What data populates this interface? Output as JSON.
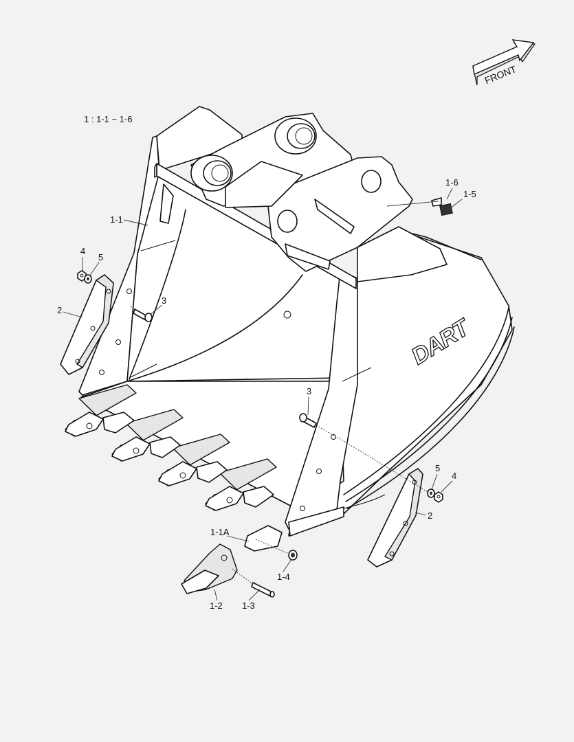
{
  "header": {
    "assembly_note": "1 : 1-1 ~ 1-6"
  },
  "front_arrow": {
    "label": "FRONT"
  },
  "brand": {
    "logo_text": "DART"
  },
  "callouts": [
    {
      "id": "c-1-1",
      "label": "1-1"
    },
    {
      "id": "c-1-6",
      "label": "1-6"
    },
    {
      "id": "c-1-5",
      "label": "1-5"
    },
    {
      "id": "c-4-left",
      "label": "4"
    },
    {
      "id": "c-5-left",
      "label": "5"
    },
    {
      "id": "c-2-left",
      "label": "2"
    },
    {
      "id": "c-3-left",
      "label": "3"
    },
    {
      "id": "c-3-right",
      "label": "3"
    },
    {
      "id": "c-5-right",
      "label": "5"
    },
    {
      "id": "c-4-right",
      "label": "4"
    },
    {
      "id": "c-2-right",
      "label": "2"
    },
    {
      "id": "c-1-1a",
      "label": "1-1A"
    },
    {
      "id": "c-1-4",
      "label": "1-4"
    },
    {
      "id": "c-1-2",
      "label": "1-2"
    },
    {
      "id": "c-1-3",
      "label": "1-3"
    }
  ]
}
